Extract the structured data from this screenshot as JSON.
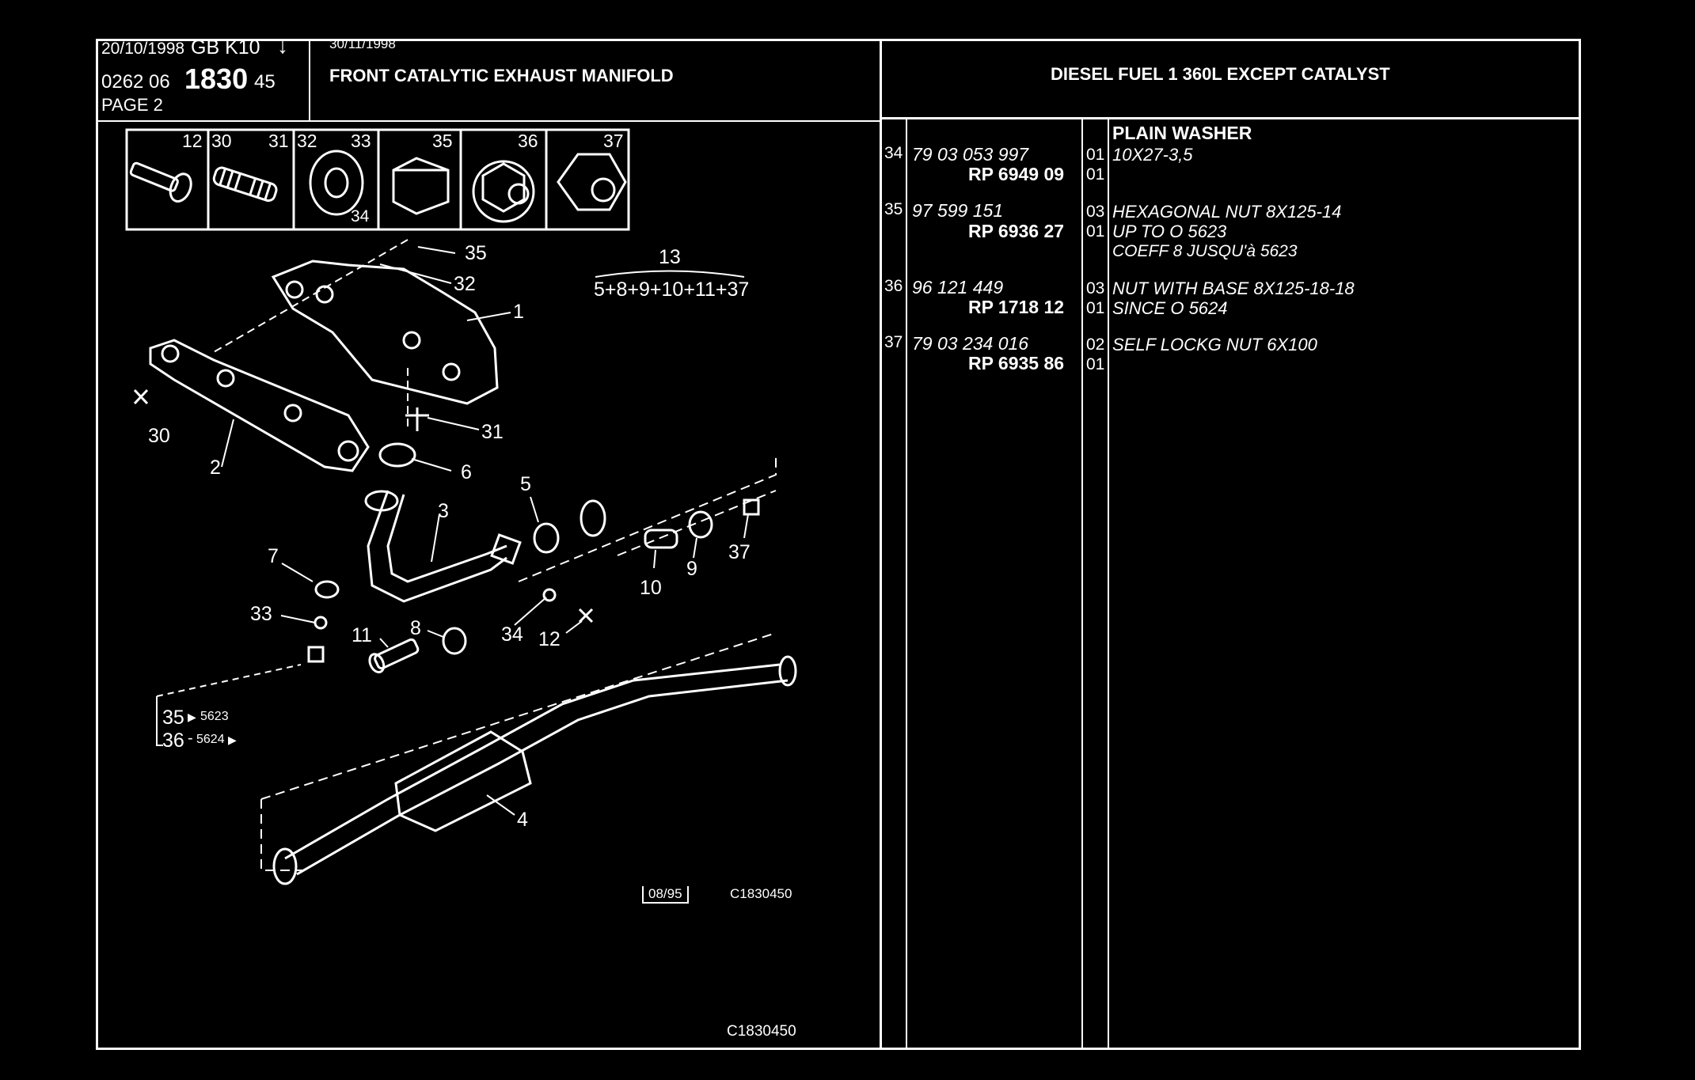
{
  "header": {
    "date1": "20/10/1998",
    "catalog_code": "GB K10",
    "code_prefix": "0262 06",
    "code_main": "1830",
    "code_suffix": "45",
    "page": "PAGE 2",
    "date2": "30/11/1998",
    "title": "FRONT CATALYTIC EXHAUST MANIFOLD",
    "right_title": "DIESEL FUEL 1 360L EXCEPT CATALYST"
  },
  "thumbnail_labels": [
    "12",
    "30",
    "31",
    "32",
    "33",
    "34",
    "35",
    "36",
    "37"
  ],
  "diagram": {
    "callouts": [
      "35",
      "32",
      "1",
      "30",
      "2",
      "31",
      "6",
      "3",
      "5",
      "7",
      "33",
      "11",
      "8",
      "34",
      "12",
      "10",
      "9",
      "37",
      "4",
      "13"
    ],
    "formula": "5+8+9+10+11+37",
    "legend_35": "35",
    "legend_35_note": "5623",
    "legend_36": "36",
    "legend_36_note": "5624",
    "stamp_date": "08/95",
    "stamp_code": "C1830450",
    "footer_code": "C1830450"
  },
  "parts_table": {
    "header_desc": "PLAIN WASHER",
    "rows": [
      {
        "idx": "34",
        "ref": "79 03 053 997",
        "rp": "RP  6949 09",
        "qty1": "01",
        "qty2": "01",
        "desc1": "10X27-3,5",
        "desc2": "",
        "desc3": ""
      },
      {
        "idx": "35",
        "ref": "97 599 151",
        "rp": "RP  6936 27",
        "qty1": "03",
        "qty2": "01",
        "desc1": "HEXAGONAL NUT 8X125-14",
        "desc2": "UP TO  O 5623",
        "desc3": "COEFF 8 JUSQU'à 5623"
      },
      {
        "idx": "36",
        "ref": "96 121 449",
        "rp": "RP  1718 12",
        "qty1": "03",
        "qty2": "01",
        "desc1": "NUT WITH BASE 8X125-18-18",
        "desc2": "SINCE  O 5624",
        "desc3": ""
      },
      {
        "idx": "37",
        "ref": "79 03 234 016",
        "rp": "RP  6935 86",
        "qty1": "02",
        "qty2": "01",
        "desc1": "SELF LOCKG NUT 6X100",
        "desc2": "",
        "desc3": ""
      }
    ]
  },
  "colors": {
    "background": "#000000",
    "foreground": "#ffffff"
  }
}
